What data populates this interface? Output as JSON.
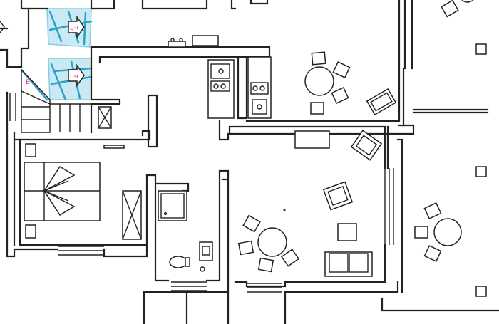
{
  "plan": {
    "arrow_notes": [
      "L→",
      "L→"
    ],
    "stair_note": "B"
  }
}
